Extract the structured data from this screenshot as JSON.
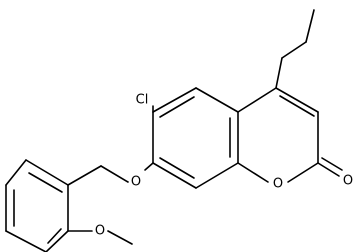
{
  "molecule": {
    "atoms": {
      "cl": "Cl",
      "o_ether": "O",
      "o_ring": "O",
      "o_carbonyl": "O",
      "o_methoxy": "O"
    }
  },
  "colors": {
    "bond": "#000000",
    "background": "#ffffff"
  }
}
